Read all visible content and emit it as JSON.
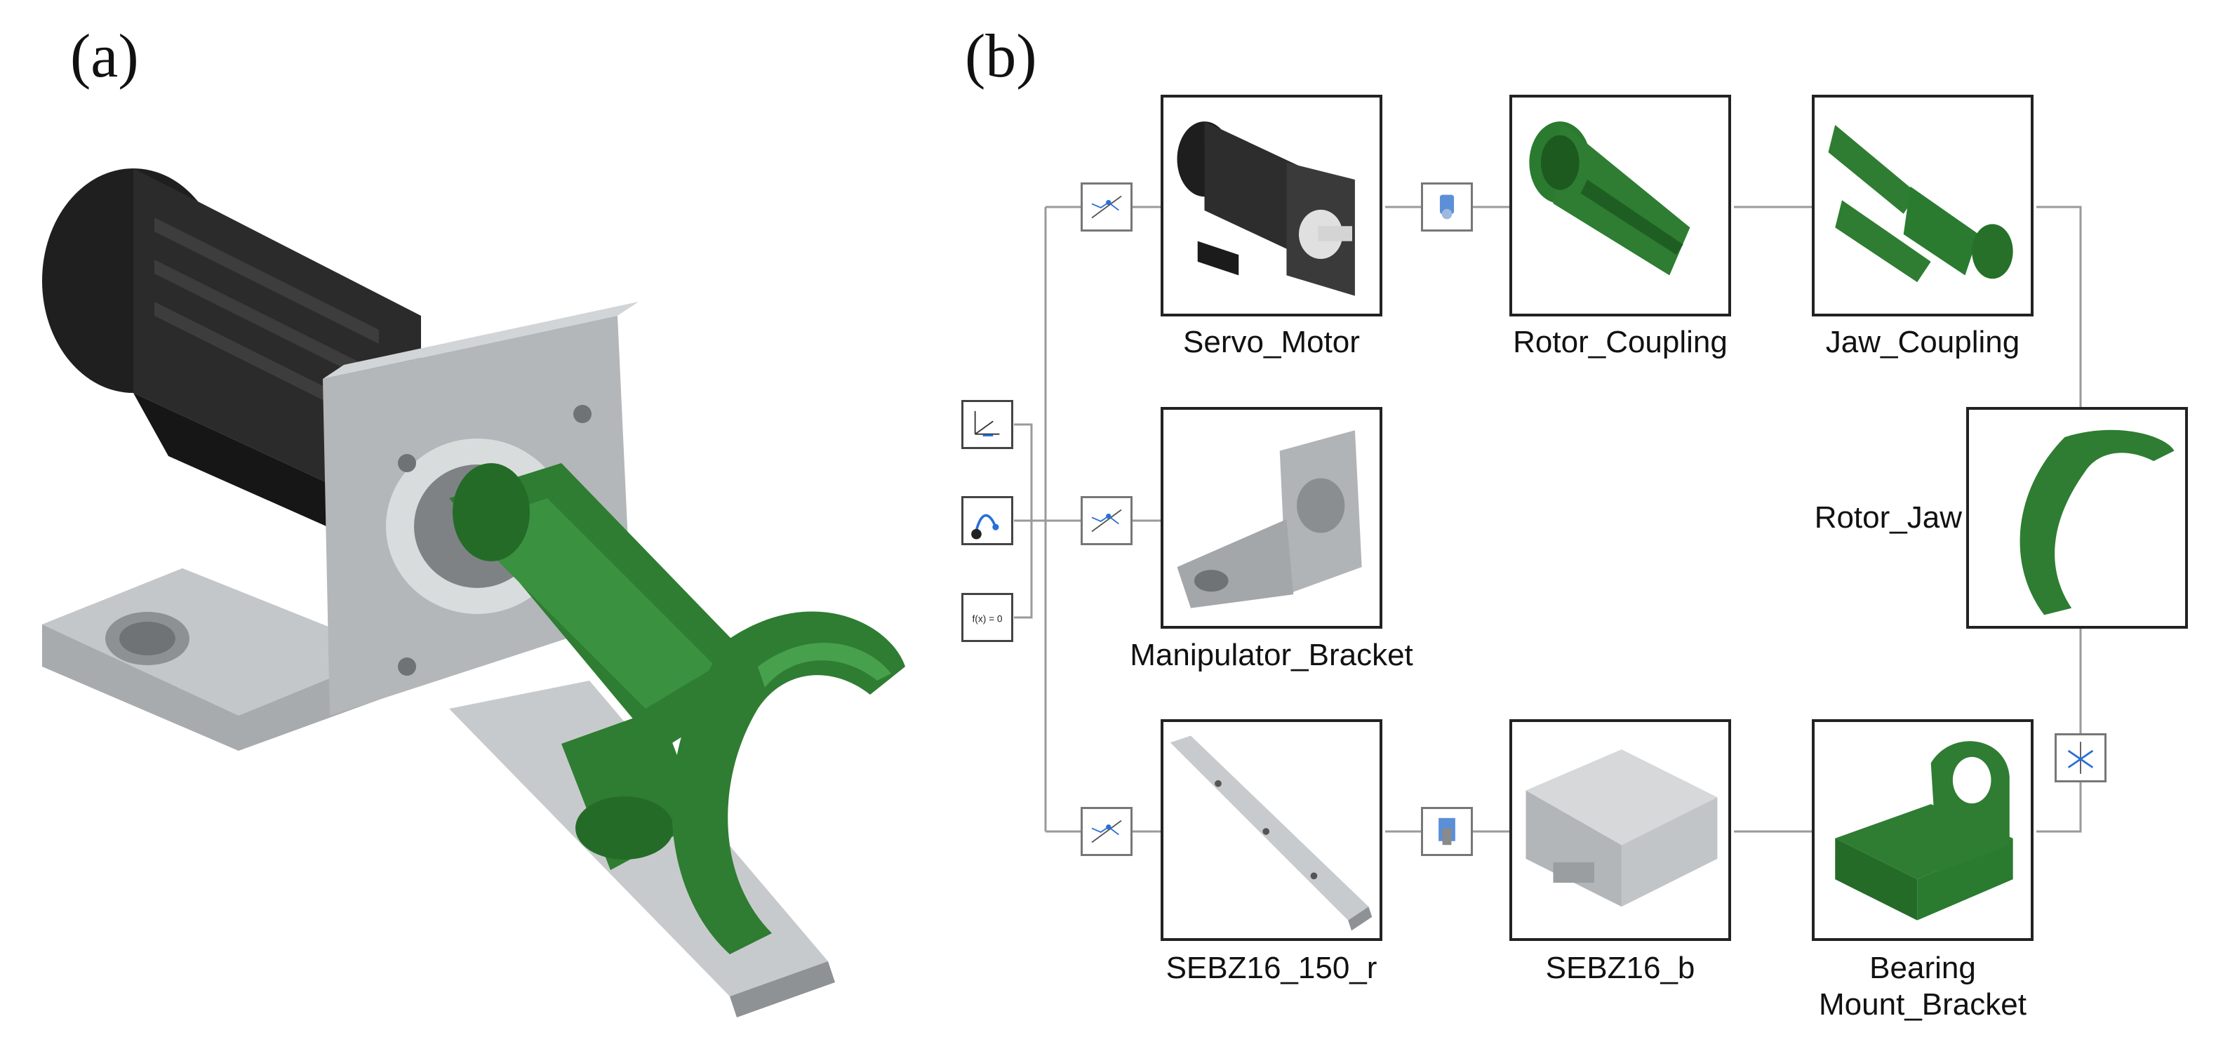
{
  "panels": {
    "a": "(a)",
    "b": "(b)"
  },
  "blocks": {
    "servo_motor": "Servo_Motor",
    "rotor_coupling": "Rotor_Coupling",
    "jaw_coupling": "Jaw_Coupling",
    "rotor_jaw": "Rotor_Jaw",
    "manipulator_bracket": "Manipulator_Bracket",
    "sebz16_150_r": "SEBZ16_150_r",
    "sebz16_b": "SEBZ16_b",
    "bearing_mount_line1": "Bearing",
    "bearing_mount_line2": "Mount_Bracket"
  },
  "small_blocks": {
    "solver_label": "f(x) = 0"
  },
  "colors": {
    "part_green": "#2e7d32",
    "part_gray": "#b8bcbe",
    "motor_black": "#2b2b2b",
    "wire": "#9a9a9a"
  }
}
